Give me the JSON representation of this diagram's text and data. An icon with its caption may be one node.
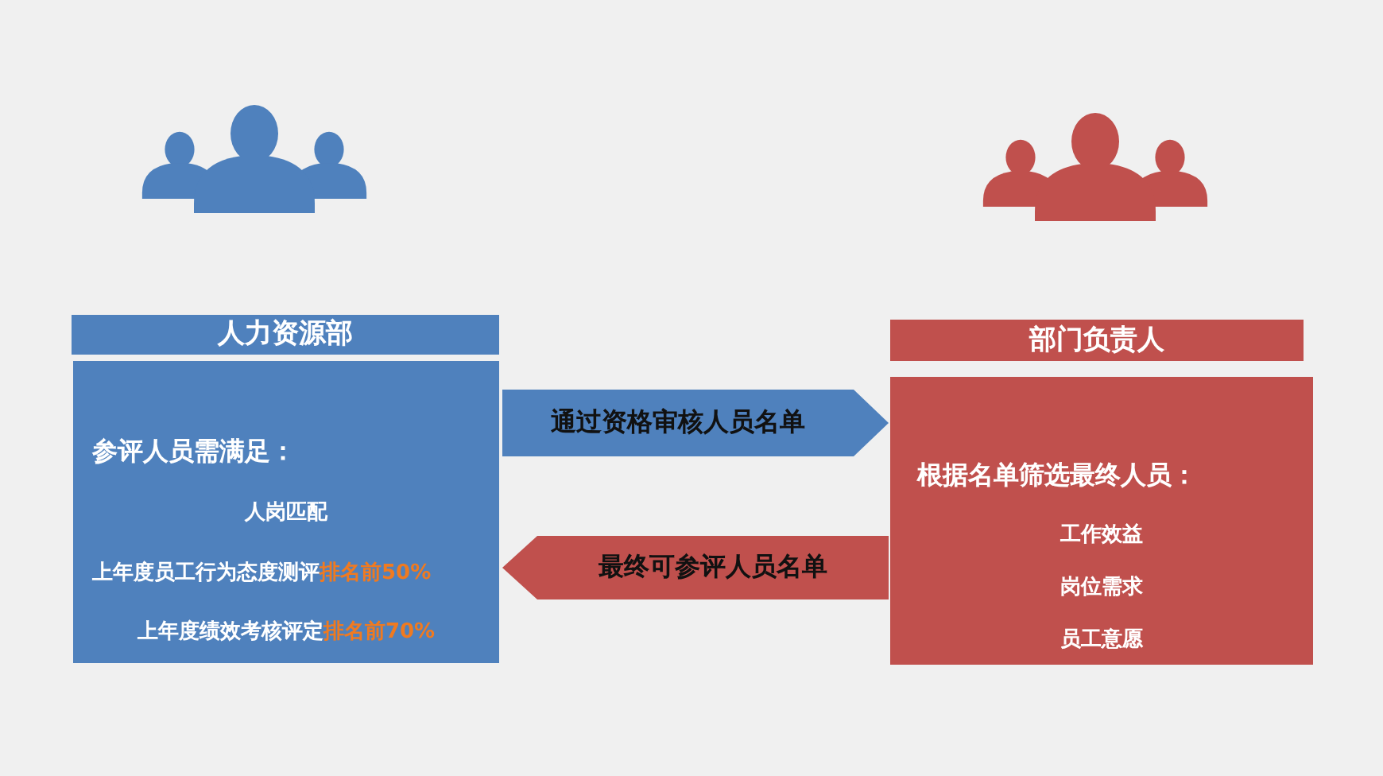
{
  "diagram": {
    "nodes": [
      {
        "text": [
          "人力资源部",
          "参评人员需满足：",
          "人岗匹配",
          "上年度员工行为态度测评**排名前50%**",
          "上年度绩效考核评定**排名前70%**"
        ]
      },
      {
        "text": [
          "部门负责人",
          "根据名单筛选最终人员：",
          "工作效益",
          "岗位需求",
          "员工意愿"
        ]
      }
    ],
    "edges": [
      {
        "from": 0,
        "to": 1,
        "arrow": "to",
        "label": "通过资格审核人员名单",
        "color": "#4f81bd"
      },
      {
        "from": 1,
        "to": 0,
        "arrow": "to",
        "label": "最终可参评人员名单",
        "color": "#c0504d"
      }
    ]
  }
}
